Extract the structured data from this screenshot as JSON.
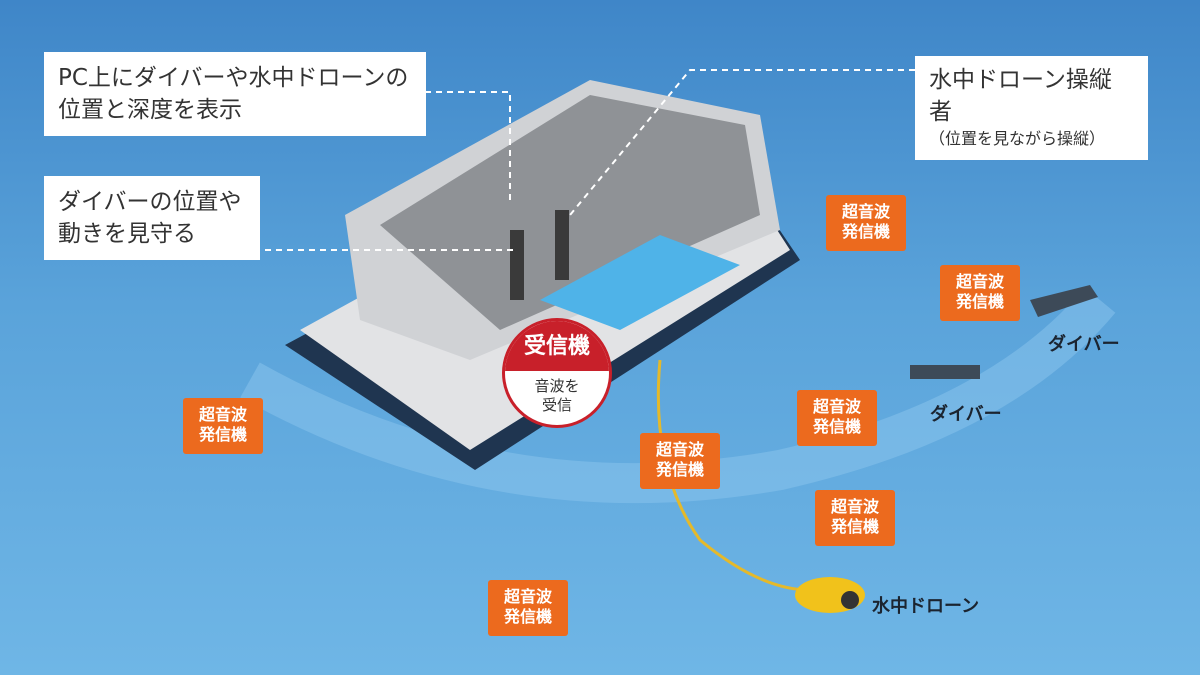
{
  "callouts": {
    "pc_display": {
      "line1": "PC上にダイバーや水中ドローンの",
      "line2": "位置と深度を表示"
    },
    "watch_divers": {
      "line1": "ダイバーの位置や",
      "line2": "動きを見守る"
    },
    "drone_operator": {
      "line1": "水中ドローン操縦者",
      "line2": "（位置を見ながら操縦）"
    }
  },
  "receiver": {
    "title": "受信機",
    "desc_line1": "音波を",
    "desc_line2": "受信"
  },
  "transmitter": {
    "line1": "超音波",
    "line2": "発信機"
  },
  "labels": {
    "diver_1": "ダイバー",
    "diver_2": "ダイバー",
    "drone": "水中ドローン"
  },
  "colors": {
    "transmitter": "#ec6a1e",
    "receiver": "#c8202a",
    "water": "#5aa3da"
  }
}
